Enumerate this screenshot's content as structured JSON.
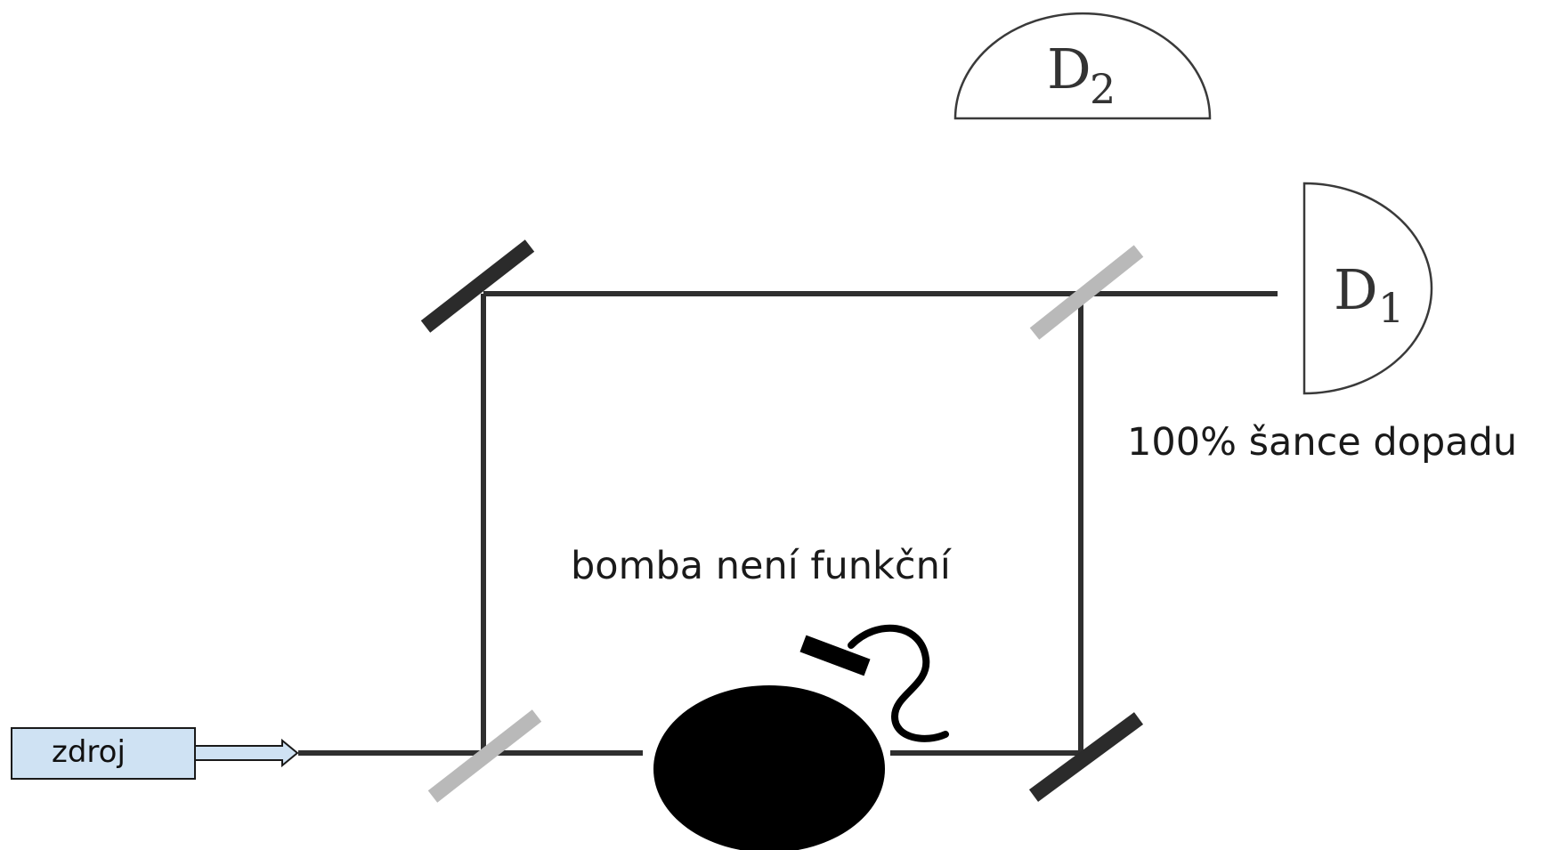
{
  "source": {
    "label": "zdroj"
  },
  "detectors": {
    "d1": {
      "letter": "D",
      "subscript": "1"
    },
    "d2": {
      "letter": "D",
      "subscript": "2"
    }
  },
  "labels": {
    "d1_probability": "100% šance dopadu",
    "bomb_status": "bomba není funkční"
  },
  "colors": {
    "source_fill": "#cfe2f3",
    "beam": "#2f2f2f",
    "mirror": "#2b2b2b",
    "beam_splitter": "#b9b9b9",
    "bomb": "#000000"
  }
}
